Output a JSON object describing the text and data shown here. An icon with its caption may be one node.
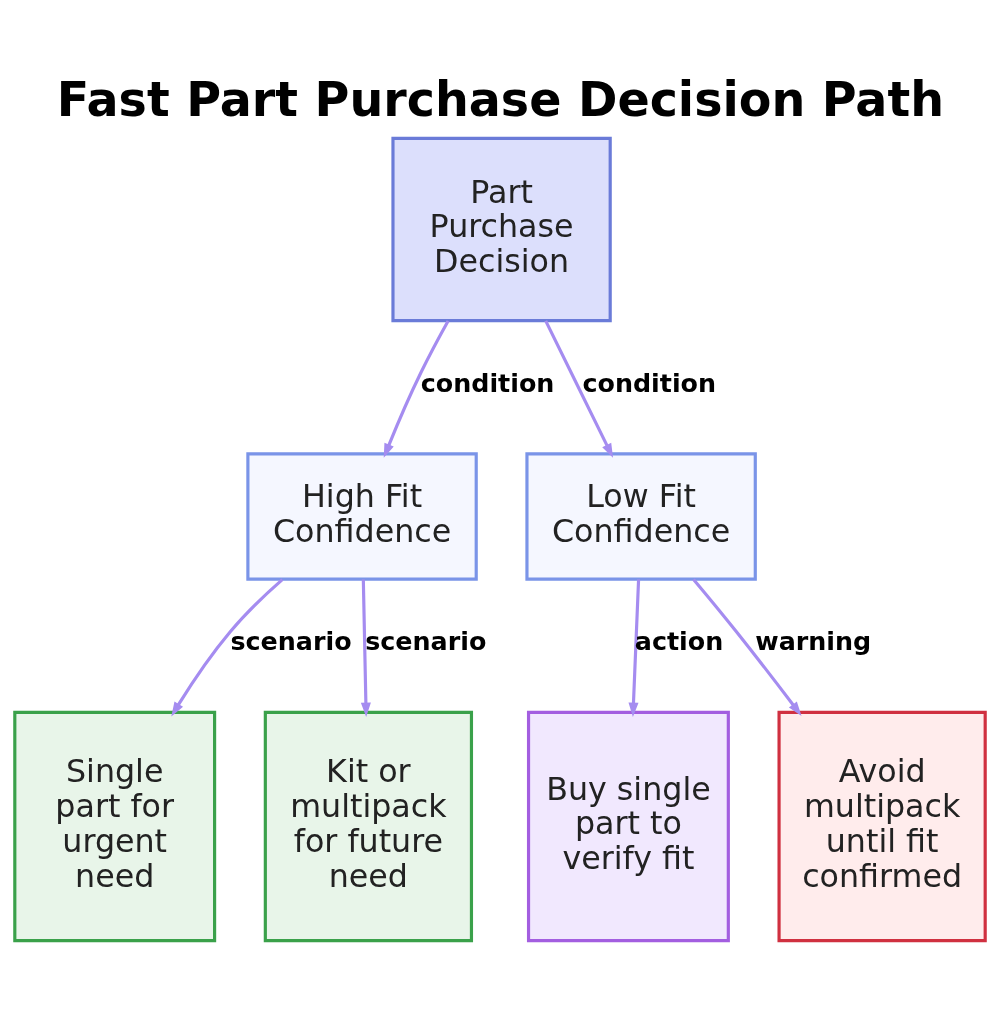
{
  "diagram": {
    "title": "Fast Part Purchase Decision Path",
    "nodes": [
      {
        "text": [
          "Part Purchase Decision"
        ]
      },
      {
        "text": [
          "High Fit Confidence"
        ]
      },
      {
        "text": [
          "Low Fit Confidence"
        ]
      },
      {
        "text": [
          "Single part for urgent need"
        ]
      },
      {
        "text": [
          "Kit or multipack for future need"
        ]
      },
      {
        "text": [
          "Buy single part to verify fit"
        ]
      },
      {
        "text": [
          "Avoid multipack until fit confirmed"
        ]
      }
    ],
    "edges": [
      {
        "from": 0,
        "to": 1,
        "arrow": "to",
        "label": "condition"
      },
      {
        "from": 0,
        "to": 2,
        "arrow": "to",
        "label": "condition"
      },
      {
        "from": 1,
        "to": 3,
        "arrow": "to",
        "label": "scenario"
      },
      {
        "from": 1,
        "to": 4,
        "arrow": "to",
        "label": "scenario"
      },
      {
        "from": 2,
        "to": 5,
        "arrow": "to",
        "label": "action"
      },
      {
        "from": 2,
        "to": 6,
        "arrow": "to",
        "label": "warning"
      }
    ]
  }
}
